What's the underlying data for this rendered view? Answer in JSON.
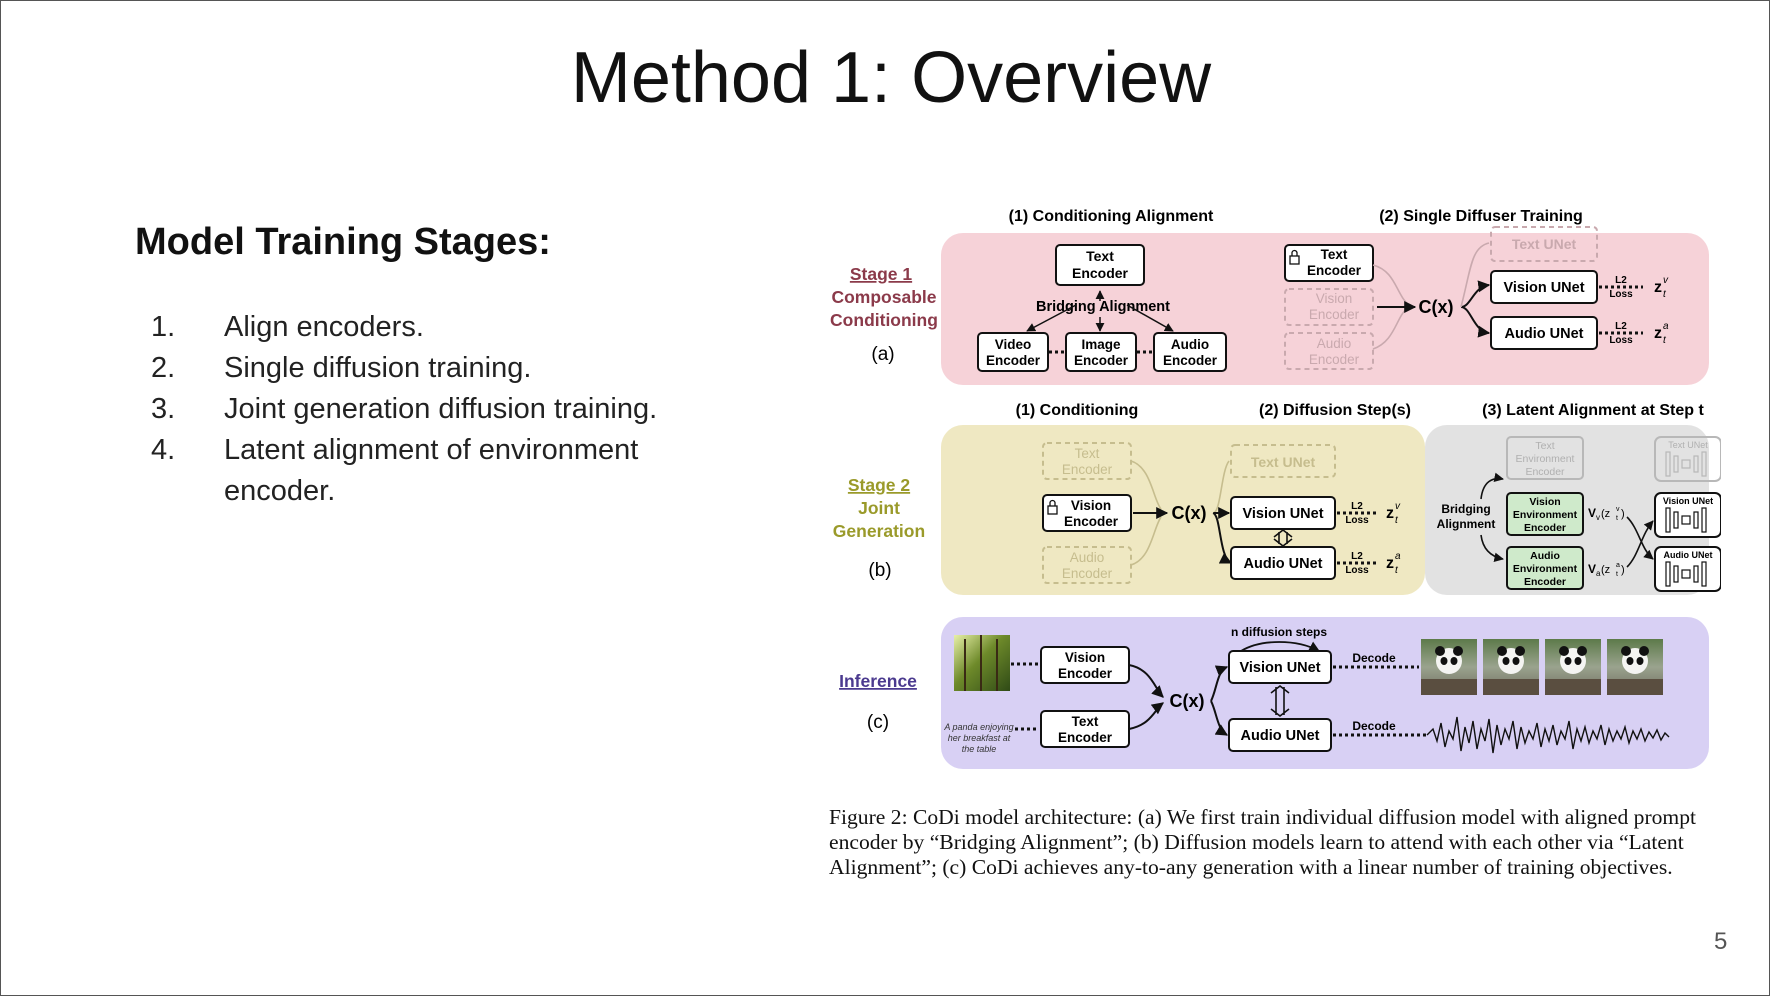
{
  "slide": {
    "title": "Method 1: Overview",
    "page_number": "5"
  },
  "left_panel": {
    "heading": "Model Training Stages:",
    "items": [
      {
        "num": "1.",
        "text": "Align encoders."
      },
      {
        "num": "2.",
        "text": "Single diffusion training."
      },
      {
        "num": "3.",
        "text": "Joint generation diffusion training."
      },
      {
        "num": "4.",
        "text": "Latent alignment of environment encoder."
      }
    ]
  },
  "figure": {
    "stage1": {
      "label": "Stage 1",
      "sub1": "Composable",
      "sub2": "Conditioning",
      "tag": "(a)",
      "header_left": "(1) Conditioning Alignment",
      "header_right": "(2) Single Diffuser Training",
      "text_encoder": [
        "Text",
        "Encoder"
      ],
      "video_encoder": [
        "Video",
        "Encoder"
      ],
      "image_encoder": [
        "Image",
        "Encoder"
      ],
      "audio_encoder": [
        "Audio",
        "Encoder"
      ],
      "bridging": "Bridging Alignment",
      "locked_text_encoder": [
        "Text",
        "Encoder"
      ],
      "faded_vision_encoder": [
        "Vision",
        "Encoder"
      ],
      "faded_audio_encoder": [
        "Audio",
        "Encoder"
      ],
      "cx": "C(x)",
      "faded_text_unet": "Text UNet",
      "vision_unet": "Vision UNet",
      "audio_unet": "Audio UNet",
      "loss_top": "L2",
      "loss_bottom": "Loss",
      "z_v": "z",
      "z_v_sup": "v",
      "z_v_sub": "t",
      "z_a": "z",
      "z_a_sup": "a",
      "z_a_sub": "t"
    },
    "stage2": {
      "label": "Stage 2",
      "sub1": "Joint",
      "sub2": "Generation",
      "tag": "(b)",
      "header_1": "(1) Conditioning",
      "header_2": "(2) Diffusion Step(s)",
      "header_3": "(3) Latent Alignment at Step t",
      "faded_text_encoder": [
        "Text",
        "Encoder"
      ],
      "vision_encoder": [
        "Vision",
        "Encoder"
      ],
      "faded_audio_encoder": [
        "Audio",
        "Encoder"
      ],
      "cx": "C(x)",
      "faded_text_unet": "Text UNet",
      "vision_unet": "Vision UNet",
      "audio_unet": "Audio UNet",
      "loss_top": "L2",
      "loss_bottom": "Loss",
      "bridging": [
        "Bridging",
        "Alignment"
      ],
      "text_env_encoder": [
        "Text",
        "Environment",
        "Encoder"
      ],
      "vision_env_encoder": [
        "Vision",
        "Environment",
        "Encoder"
      ],
      "audio_env_encoder": [
        "Audio",
        "Environment",
        "Encoder"
      ],
      "v_v": "V",
      "v_v_sub": "v",
      "v_v_arg": "(z",
      "v_v_argsup": "v",
      "v_v_argsub": "t",
      "v_a": "V",
      "v_a_sub": "a",
      "v_a_arg": "(z",
      "v_a_argsup": "a",
      "v_a_argsub": "t",
      "small_text_unet": "Text UNet",
      "small_vision_unet": "Vision UNet",
      "small_audio_unet": "Audio UNet"
    },
    "inference": {
      "label": "Inference",
      "tag": "(c)",
      "vision_encoder": [
        "Vision",
        "Encoder"
      ],
      "text_encoder": [
        "Text",
        "Encoder"
      ],
      "prompt": [
        "A panda enjoying",
        "her breakfast at",
        "the table"
      ],
      "cx": "C(x)",
      "n_steps": "n diffusion steps",
      "vision_unet": "Vision UNet",
      "audio_unet": "Audio UNet",
      "decode": "Decode"
    },
    "colors": {
      "stage1_bg": "#f6d2d8",
      "stage2_bg": "#efe8c2",
      "latent_bg": "#e2e2e2",
      "inference_bg": "#d8d0f4",
      "stage1_label": "#8b3a4a",
      "stage2_label": "#9a9a2a",
      "inference_label": "#4b3a8f",
      "env_encoder": "#cfeacb"
    }
  },
  "caption": {
    "lines": [
      "Figure 2: CoDi model architecture: (a) We first train individual diffusion model with aligned prompt",
      "encoder by “Bridging Alignment”; (b) Diffusion models learn to attend with each other via “Latent",
      "Alignment”; (c) CoDi achieves any-to-any generation with a linear number of training objectives."
    ]
  }
}
